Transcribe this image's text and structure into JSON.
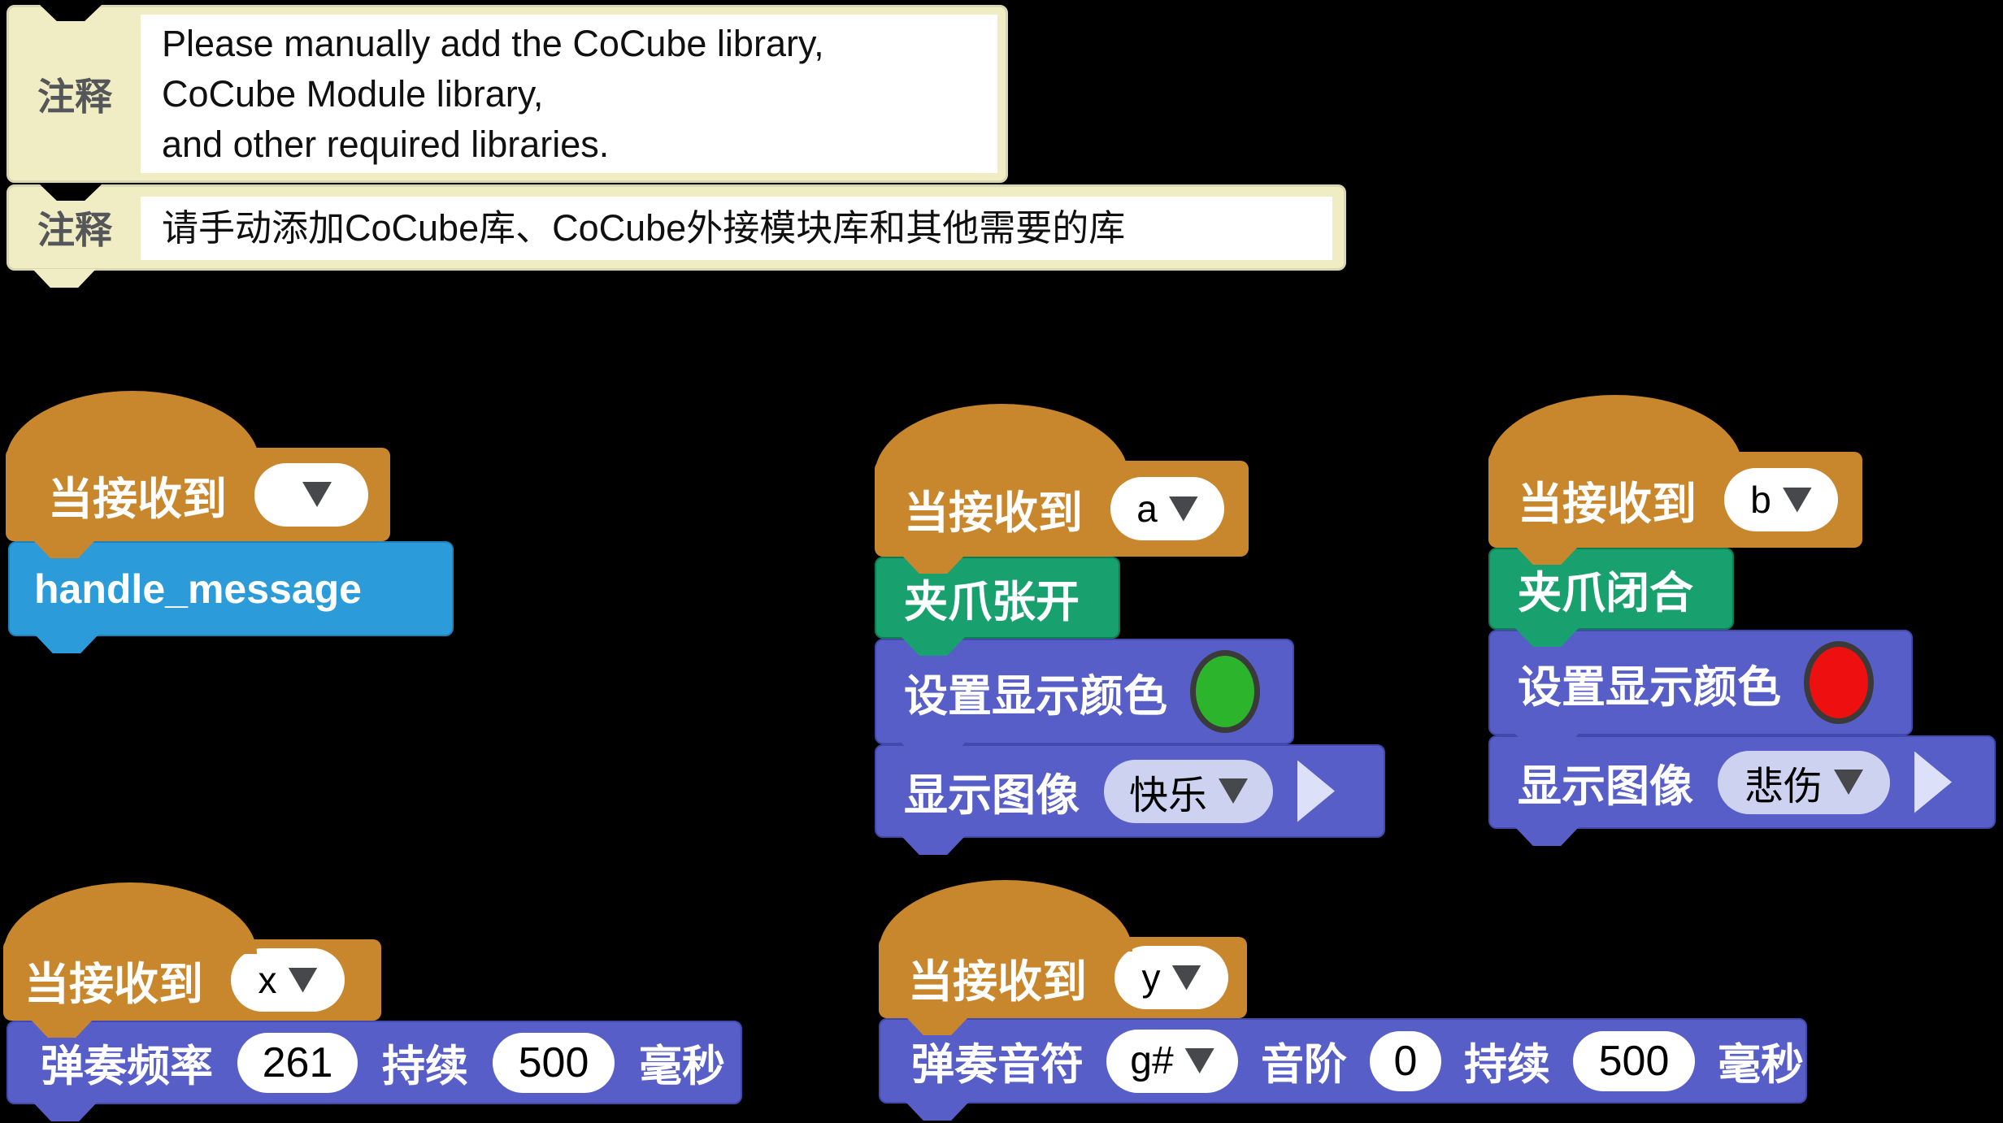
{
  "comment1": {
    "label": "注释",
    "line1": "Please manually add the CoCube library,",
    "line2": "CoCube Module library,",
    "line3": "and other required libraries."
  },
  "comment2": {
    "label": "注释",
    "text": "请手动添加CoCube库、CoCube外接模块库和其他需要的库"
  },
  "stack1": {
    "when_label": "当接收到",
    "message": "",
    "block1_label": "handle_message"
  },
  "stack2": {
    "when_label": "当接收到",
    "message": "a",
    "gripper_label": "夹爪张开",
    "set_color_label": "设置显示颜色",
    "show_image_label": "显示图像",
    "image_name": "快乐"
  },
  "stack3": {
    "when_label": "当接收到",
    "message": "b",
    "gripper_label": "夹爪闭合",
    "set_color_label": "设置显示颜色",
    "show_image_label": "显示图像",
    "image_name": "悲伤"
  },
  "stack4": {
    "when_label": "当接收到",
    "message": "x",
    "play_label": "弹奏频率",
    "frequency": "261",
    "duration_label": "持续",
    "duration": "500",
    "unit_label": "毫秒"
  },
  "stack5": {
    "when_label": "当接收到",
    "message": "y",
    "play_label": "弹奏音符",
    "note": "g#",
    "octave_label": "音阶",
    "octave": "0",
    "duration_label": "持续",
    "duration": "500",
    "unit_label": "毫秒"
  },
  "icons": {
    "dropdown_arrow": "triangle-down",
    "expand_arrow": "triangle-right"
  },
  "colors": {
    "background": "#000000",
    "hat_block": "#C8862D",
    "blue_block": "#2B9CD9",
    "green_block": "#18A06E",
    "purple_block": "#575EC7",
    "comment_fill": "#F0EDC5",
    "dropdown_pill": "#CDD2F0",
    "display_color_green": "#2DB42D",
    "display_color_red": "#EE1010"
  }
}
